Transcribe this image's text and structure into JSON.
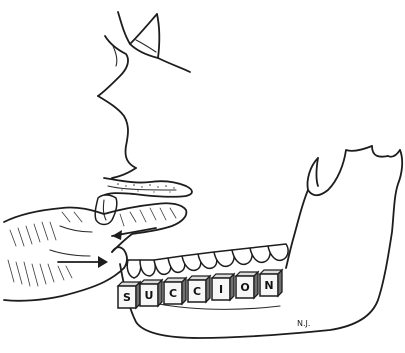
{
  "illustration": {
    "block_letters": [
      "S",
      "U",
      "C",
      "C",
      "I",
      "O",
      "N"
    ],
    "signature": "N.J."
  }
}
